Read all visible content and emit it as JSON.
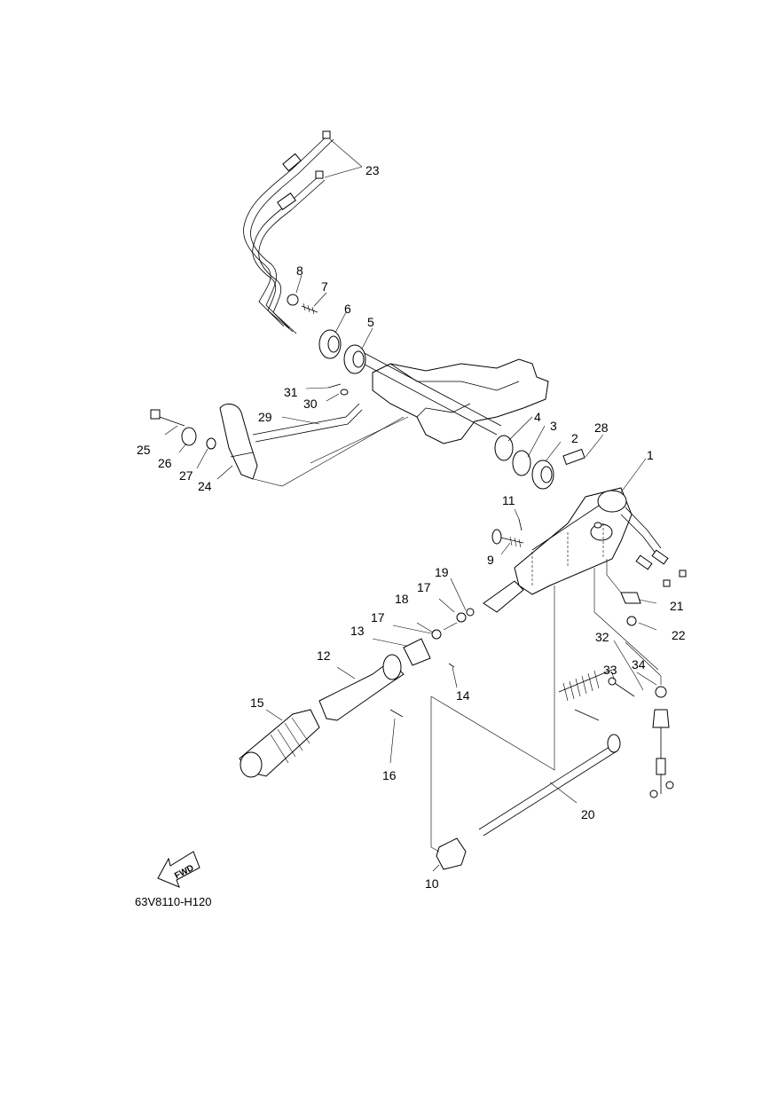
{
  "diagram": {
    "drawing_code": "63V8110-H120",
    "fwd_label": "FWD",
    "part_labels": [
      {
        "id": "1",
        "text": "1"
      },
      {
        "id": "2",
        "text": "2"
      },
      {
        "id": "3",
        "text": "3"
      },
      {
        "id": "4",
        "text": "4"
      },
      {
        "id": "5",
        "text": "5"
      },
      {
        "id": "6",
        "text": "6"
      },
      {
        "id": "7",
        "text": "7"
      },
      {
        "id": "8",
        "text": "8"
      },
      {
        "id": "9",
        "text": "9"
      },
      {
        "id": "10",
        "text": "10"
      },
      {
        "id": "11",
        "text": "11"
      },
      {
        "id": "12",
        "text": "12"
      },
      {
        "id": "13",
        "text": "13"
      },
      {
        "id": "14",
        "text": "14"
      },
      {
        "id": "15",
        "text": "15"
      },
      {
        "id": "16",
        "text": "16"
      },
      {
        "id": "17a",
        "text": "17"
      },
      {
        "id": "17b",
        "text": "17"
      },
      {
        "id": "18",
        "text": "18"
      },
      {
        "id": "19",
        "text": "19"
      },
      {
        "id": "20",
        "text": "20"
      },
      {
        "id": "21",
        "text": "21"
      },
      {
        "id": "22",
        "text": "22"
      },
      {
        "id": "23",
        "text": "23"
      },
      {
        "id": "24",
        "text": "24"
      },
      {
        "id": "25",
        "text": "25"
      },
      {
        "id": "26",
        "text": "26"
      },
      {
        "id": "27",
        "text": "27"
      },
      {
        "id": "28",
        "text": "28"
      },
      {
        "id": "29",
        "text": "29"
      },
      {
        "id": "30",
        "text": "30"
      },
      {
        "id": "31",
        "text": "31"
      },
      {
        "id": "32",
        "text": "32"
      },
      {
        "id": "33",
        "text": "33"
      },
      {
        "id": "34",
        "text": "34"
      }
    ]
  }
}
